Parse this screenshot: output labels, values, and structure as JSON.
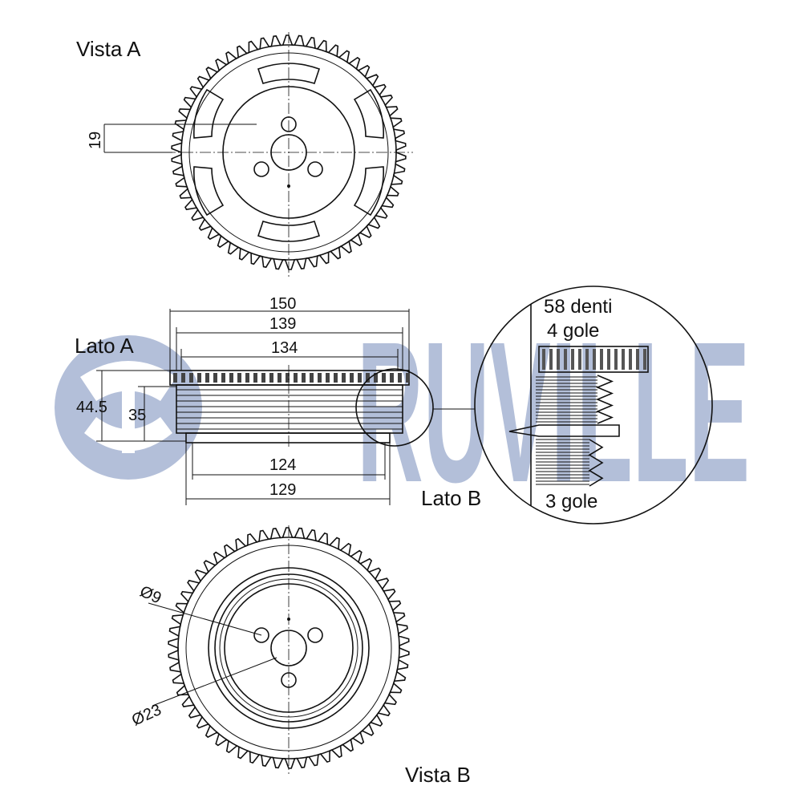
{
  "brand": {
    "logo_text": "RUVILLE",
    "color": "#b3bfd9"
  },
  "views": {
    "view_a": "Vista A",
    "view_b": "Vista B",
    "side_a": "Lato A",
    "side_b": "Lato B"
  },
  "dimensions": {
    "d150": "150",
    "d139": "139",
    "d134": "134",
    "d124": "124",
    "d129": "129",
    "d44_5": "44.5",
    "d35": "35",
    "d19": "19",
    "hole_small": "Ø9",
    "hole_center": "Ø23"
  },
  "detail": {
    "teeth": "58 denti",
    "grooves_a": "4 gole",
    "grooves_b": "3 gole"
  },
  "counts": {
    "teeth": 58
  }
}
